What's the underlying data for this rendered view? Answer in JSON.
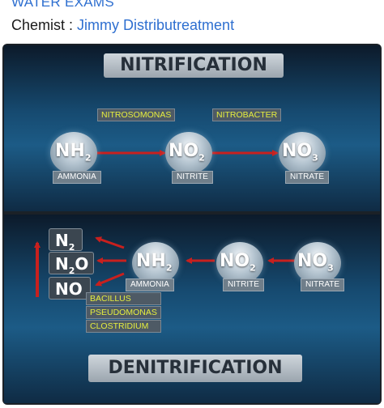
{
  "header": {
    "top_text": "WATER EXAMS",
    "chemist_label": "Chemist : ",
    "chemist_name": "Jimmy Distributreatment"
  },
  "nitrification": {
    "title": "NITRIFICATION",
    "bacteria": [
      "NITROSOMONAS",
      "NITROBACTER"
    ],
    "species": [
      {
        "base": "NH",
        "sub": "2",
        "name": "AMMONIA"
      },
      {
        "base": "NO",
        "sub": "2",
        "name": "NITRITE"
      },
      {
        "base": "NO",
        "sub": "3",
        "name": "NITRATE"
      }
    ]
  },
  "denitrification": {
    "title": "DENITRIFICATION",
    "species": [
      {
        "base": "NO",
        "sub": "3",
        "name": "NITRATE"
      },
      {
        "base": "NO",
        "sub": "2",
        "name": "NITRITE"
      },
      {
        "base": "NH",
        "sub": "2",
        "name": "AMMONIA"
      }
    ],
    "gases": [
      {
        "base": "N",
        "sub": "2",
        "tail": ""
      },
      {
        "base": "N",
        "sub": "2",
        "tail": "O"
      },
      {
        "base": "NO",
        "sub": "",
        "tail": ""
      }
    ],
    "bacteria": [
      "BACILLUS",
      "PSEUDOMONAS",
      "CLOSTRIDIUM"
    ]
  },
  "colors": {
    "arrow": "#c8201e",
    "bacteria_text": "#e6ee3e",
    "link": "#2e6fd0"
  }
}
